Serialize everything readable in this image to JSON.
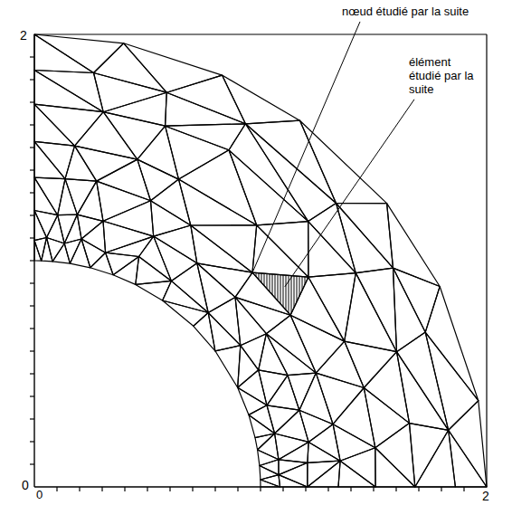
{
  "diagram": {
    "labels": [
      "2",
      "0",
      "0",
      "2",
      "nœud étudié par la suite",
      "élément étudié par la suite"
    ]
  }
}
